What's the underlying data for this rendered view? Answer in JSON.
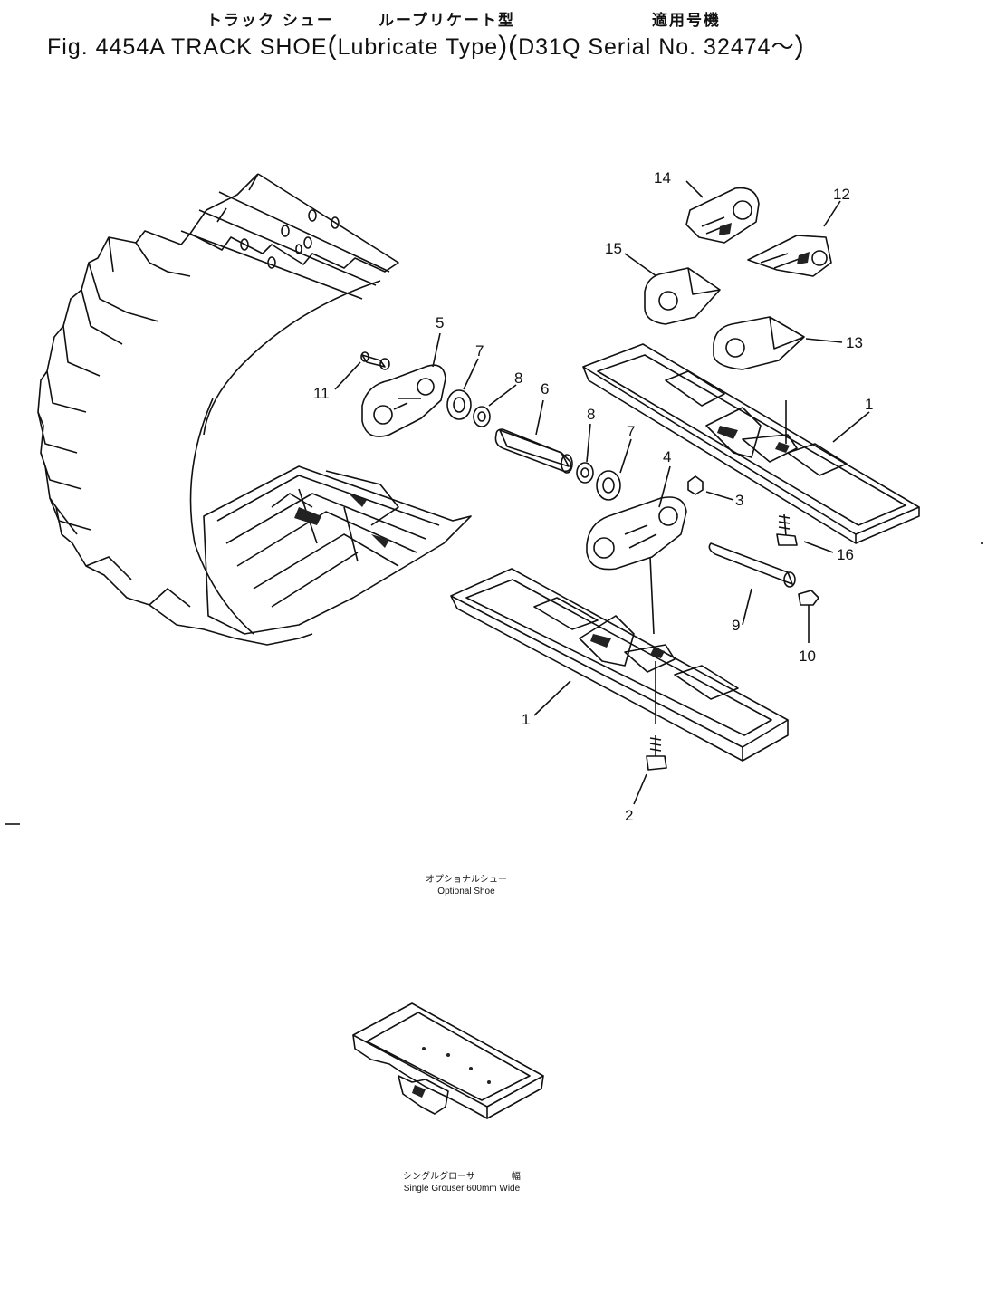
{
  "header": {
    "jp_title": "トラック シュー",
    "jp_type": "ループリケート型",
    "jp_model": "適用号機",
    "en_title": "Fig. 4454A TRACK SHOE",
    "en_type": "Lubricate Type",
    "en_model": "D31Q Serial No. 32474～"
  },
  "callouts": [
    "1",
    "1",
    "2",
    "3",
    "4",
    "5",
    "6",
    "7",
    "7",
    "8",
    "8",
    "9",
    "10",
    "11",
    "12",
    "13",
    "14",
    "15",
    "16"
  ],
  "captions": {
    "optional_jp": "オプショナルシュー",
    "optional_en": "Optional Shoe",
    "single_jp": "シングルグローサ　　　　幅",
    "single_en": "Single Grouser 600mm Wide"
  }
}
